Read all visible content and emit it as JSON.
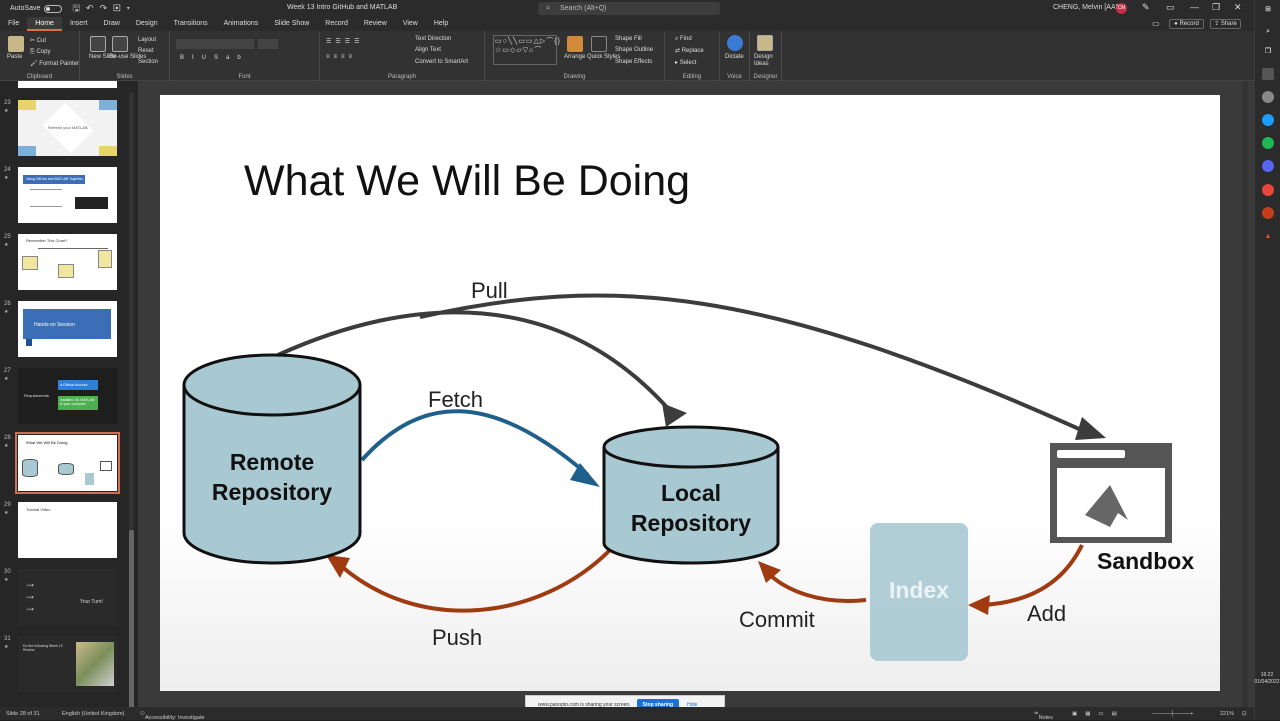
{
  "titlebar": {
    "autosave_label": "AutoSave",
    "autosave_state": "Off",
    "doc_title": "Week 13 Intro GitHub and MATLAB",
    "search_placeholder": "Search (Alt+Q)",
    "user_name": "CHENG, Melvin [AAE]",
    "user_initials": "CM"
  },
  "menu": {
    "tabs": [
      "File",
      "Home",
      "Insert",
      "Draw",
      "Design",
      "Transitions",
      "Animations",
      "Slide Show",
      "Record",
      "Review",
      "View",
      "Help"
    ],
    "active": "Home",
    "record_label": "Record",
    "share_label": "Share"
  },
  "ribbon": {
    "clipboard": {
      "label": "Clipboard",
      "paste": "Paste",
      "cut": "Cut",
      "copy": "Copy",
      "format_painter": "Format Painter"
    },
    "slides": {
      "label": "Slides",
      "new_slide": "New Slide",
      "reuse": "Re-use Slides",
      "layout": "Layout",
      "reset": "Reset",
      "section": "Section"
    },
    "font": {
      "label": "Font"
    },
    "paragraph": {
      "label": "Paragraph",
      "text_direction": "Text Direction",
      "align_text": "Align Text",
      "smartart": "Convert to SmartArt"
    },
    "drawing": {
      "label": "Drawing",
      "arrange": "Arrange",
      "quick_styles": "Quick Styles",
      "shape_fill": "Shape Fill",
      "shape_outline": "Shape Outline",
      "shape_effects": "Shape Effects"
    },
    "editing": {
      "label": "Editing",
      "find": "Find",
      "replace": "Replace",
      "select": "Select"
    },
    "voice": {
      "label": "Voice",
      "dictate": "Dictate"
    },
    "designer": {
      "label": "Designer",
      "design_ideas": "Design Ideas"
    }
  },
  "thumbnails": [
    {
      "num": "23",
      "star": "★",
      "title": "Refresh your MATLAB",
      "bg": "#ffffff",
      "selected": false
    },
    {
      "num": "24",
      "star": "★",
      "title": "Using GitHub and MATLAB Together",
      "bg": "#ffffff",
      "selected": false
    },
    {
      "num": "25",
      "star": "★",
      "title": "Remember This Chart?",
      "bg": "#ffffff",
      "selected": false
    },
    {
      "num": "26",
      "star": "★",
      "title": "Hands-on Session",
      "bg": "#ffffff",
      "selected": false
    },
    {
      "num": "27",
      "star": "★",
      "title": "Requirements",
      "bg": "#1e1e1e",
      "selected": false
    },
    {
      "num": "28",
      "star": "★",
      "title": "What We Will Be Doing",
      "bg": "#ffffff",
      "selected": true
    },
    {
      "num": "29",
      "star": "★",
      "title": "Tutorial Video",
      "bg": "#ffffff",
      "selected": false
    },
    {
      "num": "30",
      "star": "★",
      "title": "Your Turn!",
      "bg": "#2a2a2a",
      "selected": false
    },
    {
      "num": "31",
      "star": "★",
      "title": "Do the following Week 13 Review",
      "bg": "#2a2a2a",
      "selected": false
    }
  ],
  "thumb_texts": {
    "t27_box1": "A GitHub Account",
    "t27_box2": "Installed Git, MATLAB in your computer"
  },
  "slide": {
    "title": "What We Will Be Doing",
    "remote_line1": "Remote",
    "remote_line2": "Repository",
    "local_line1": "Local",
    "local_line2": "Repository",
    "index": "Index",
    "sandbox": "Sandbox",
    "pull": "Pull",
    "fetch": "Fetch",
    "push": "Push",
    "commit": "Commit",
    "add": "Add",
    "colors": {
      "cylinder": "#a9c9d2",
      "index": "#a9c9d2",
      "pull": "#3c3c3c",
      "fetch": "#1f5f8b",
      "push": "#a03a10"
    }
  },
  "sharebar": {
    "message": "www.panopto.com is sharing your screen.",
    "stop": "Stop sharing",
    "hide": "Hide"
  },
  "status": {
    "slide_of": "Slide 28 of 31",
    "language": "English (United Kingdom)",
    "accessibility": "Accessibility: Investigate",
    "notes": "Notes",
    "zoom": "221%"
  },
  "taskbar": {
    "time": "16:22",
    "date": "01/04/2022"
  }
}
